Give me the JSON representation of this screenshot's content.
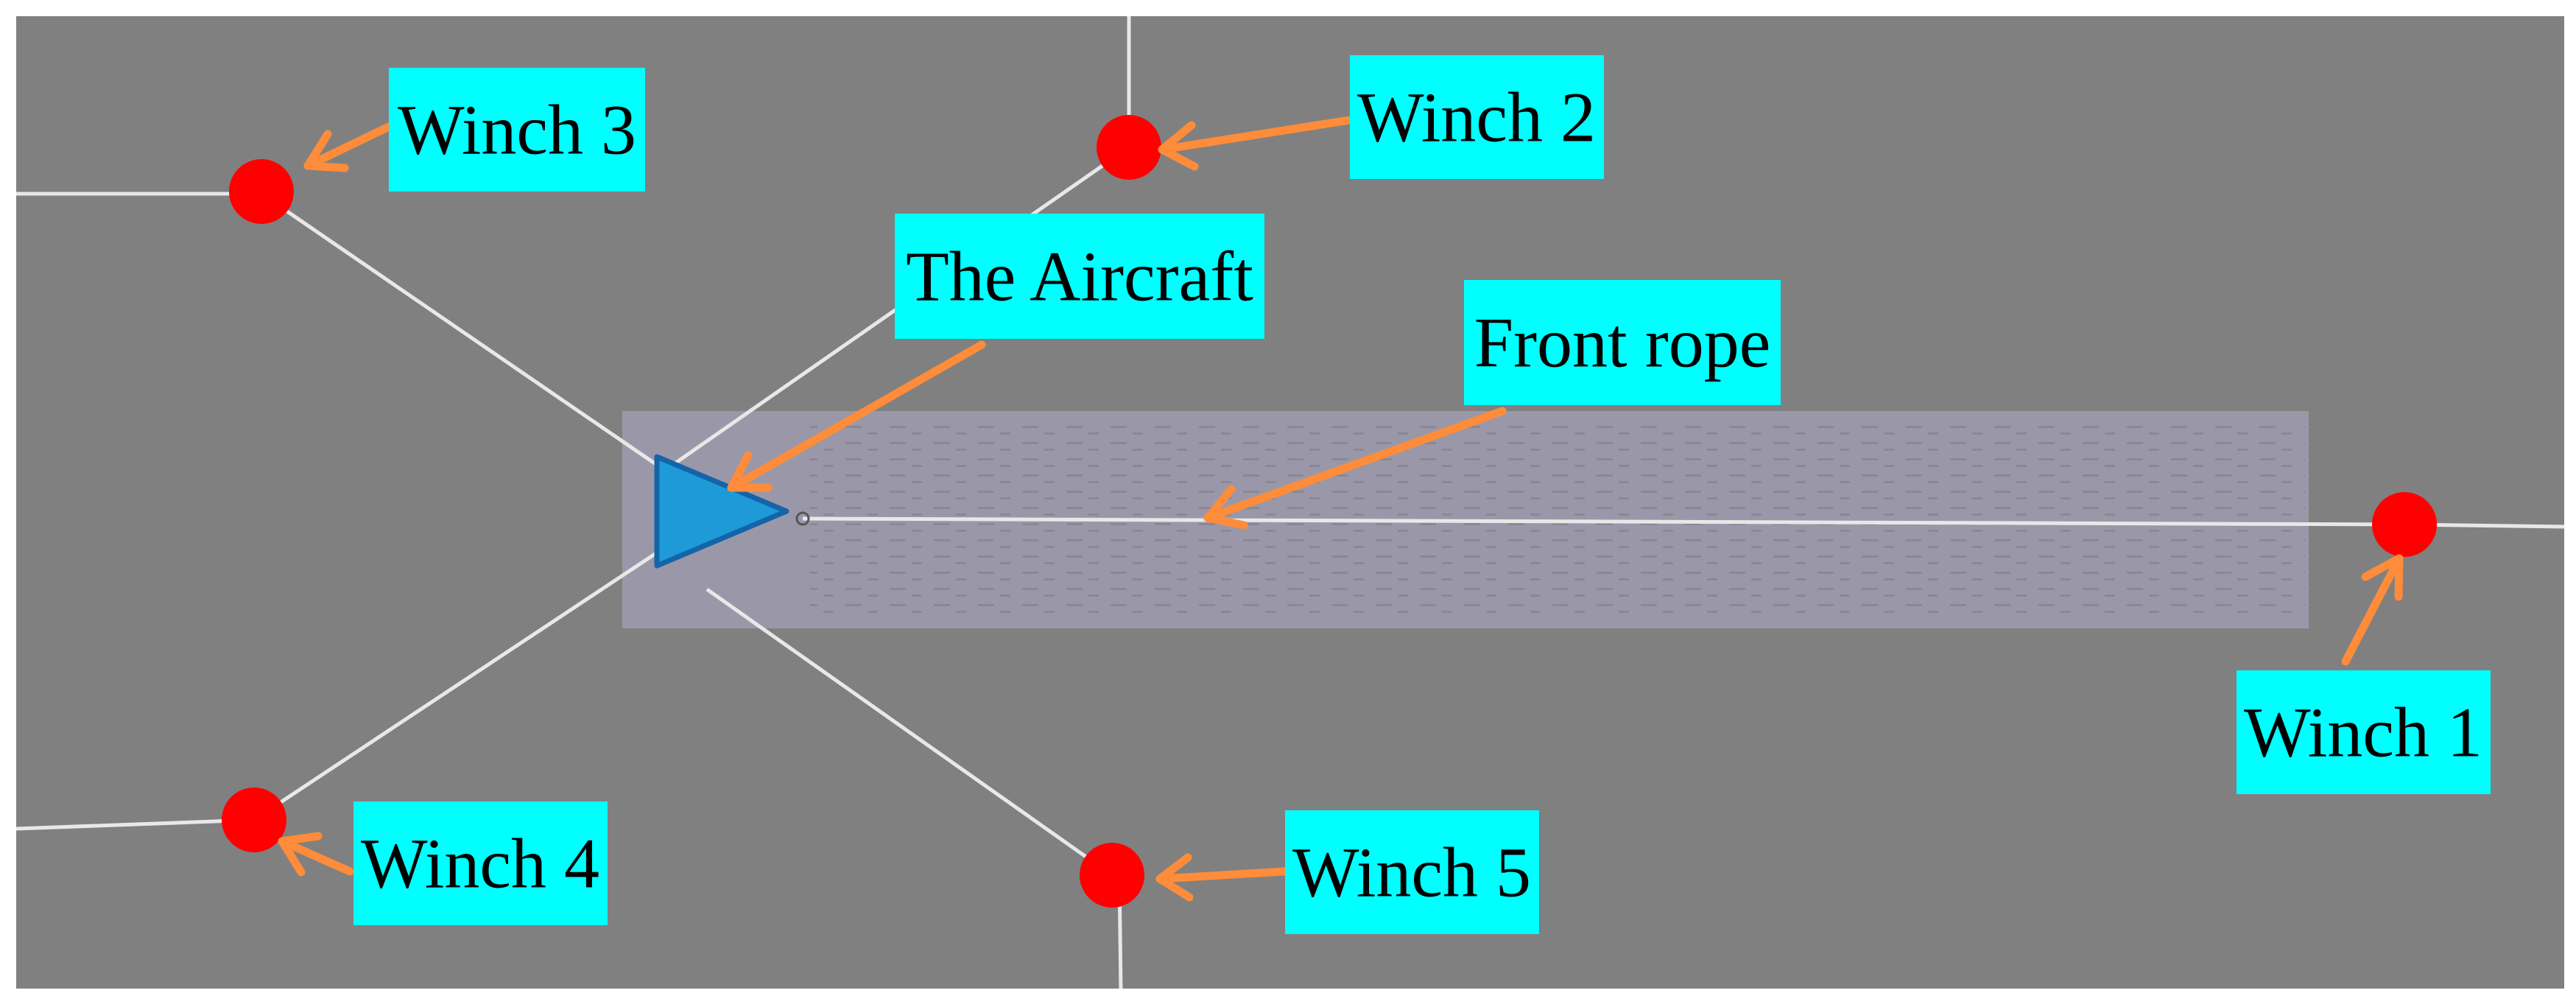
{
  "colors": {
    "page_background": "#ffffff",
    "field_background": "#808080",
    "runway": "#9a98a8",
    "rope": "#e8e8e8",
    "winch": "#ff0000",
    "label_background": "#00ffff",
    "arrow": "#ff8c3a",
    "aircraft_fill": "#1e9ad8",
    "aircraft_stroke": "#1464a8"
  },
  "icons": {
    "winch": "red-circle-marker",
    "aircraft": "blue-triangle-marker"
  },
  "labels": {
    "winch_1": "Winch 1",
    "winch_2": "Winch 2",
    "winch_3": "Winch 3",
    "winch_4": "Winch 4",
    "winch_5": "Winch 5",
    "aircraft": "The Aircraft",
    "front_rope": "Front rope"
  }
}
